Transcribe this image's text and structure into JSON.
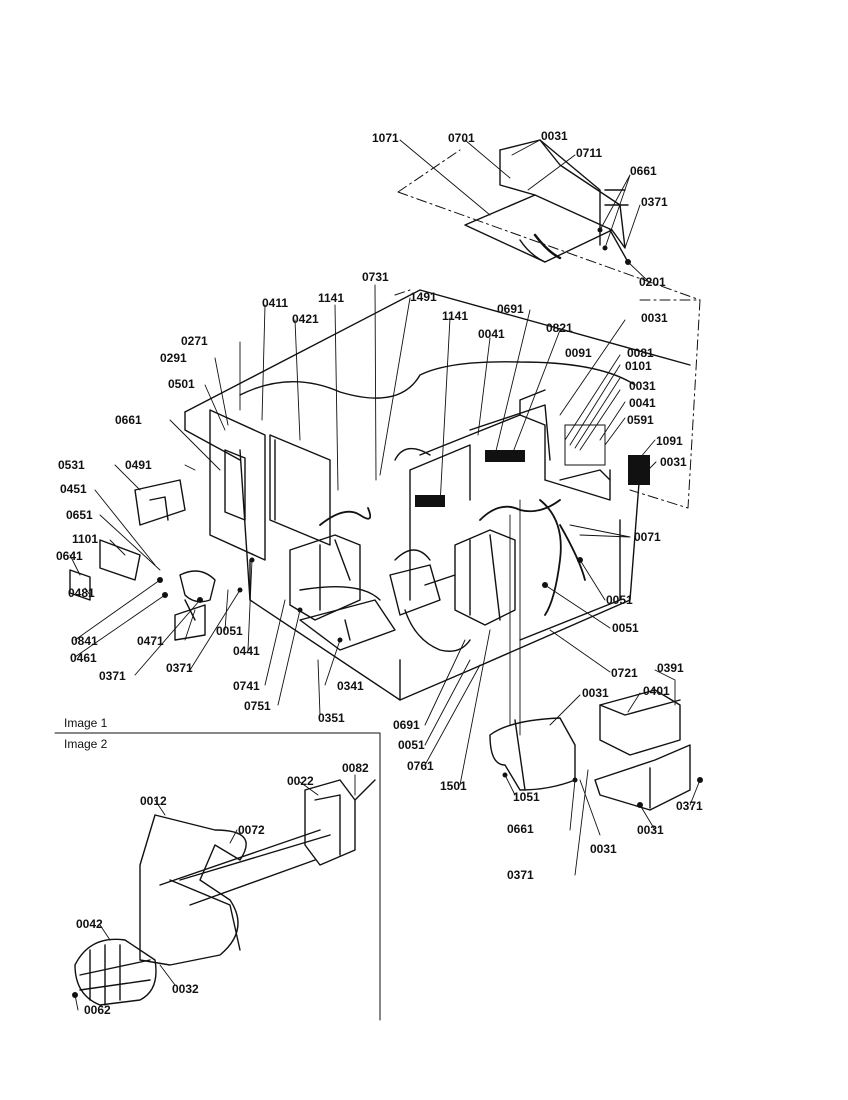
{
  "image_captions": {
    "image1": "Image 1",
    "image2": "Image 2"
  },
  "callouts": [
    "1071",
    "0701",
    "0031",
    "0711",
    "0661",
    "0371",
    "0201",
    "0731",
    "1491",
    "1141",
    "1141",
    "0411",
    "0421",
    "0691",
    "0821",
    "0041",
    "0031",
    "0091",
    "0081",
    "0101",
    "0031",
    "0041",
    "0591",
    "1091",
    "0031",
    "0271",
    "0291",
    "0501",
    "0661",
    "0491",
    "0531",
    "0451",
    "0651",
    "1101",
    "0641",
    "0481",
    "0841",
    "0461",
    "0371",
    "0471",
    "0051",
    "0441",
    "0371",
    "0741",
    "0751",
    "0341",
    "0351",
    "0071",
    "0051",
    "0051",
    "0721",
    "0391",
    "0401",
    "0031",
    "0691",
    "0051",
    "0761",
    "1501",
    "1051",
    "0661",
    "0031",
    "0371",
    "0371",
    "0031",
    "0022",
    "0082",
    "0012",
    "0072",
    "0042",
    "0032",
    "0062"
  ],
  "colors": {
    "line": "#111111",
    "paper": "#ffffff"
  }
}
